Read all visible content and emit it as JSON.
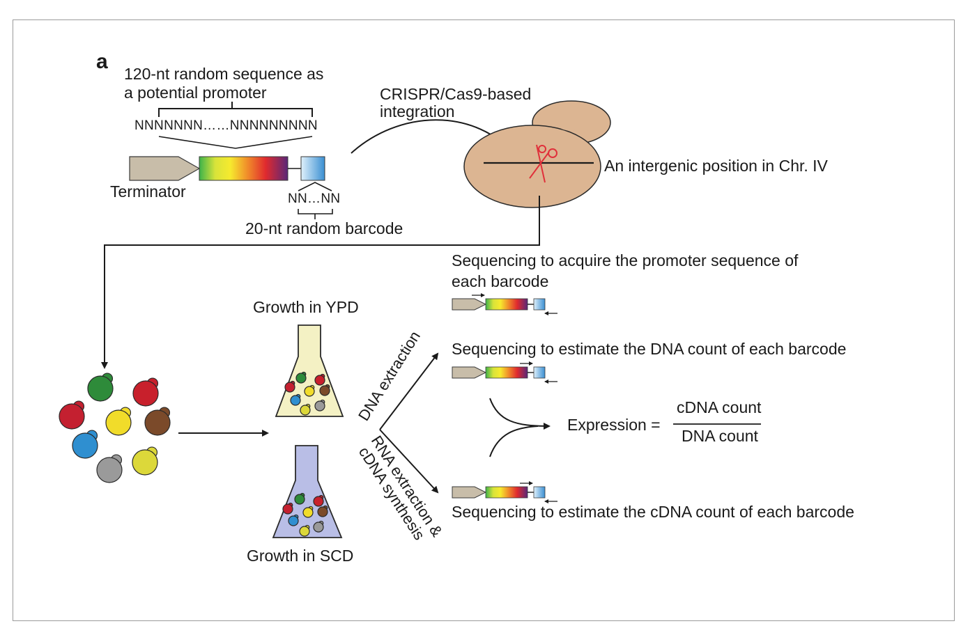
{
  "panel_label": "a",
  "promoter": {
    "title_line1": "120-nt random sequence as",
    "title_line2": "a potential promoter",
    "sequence": "NNNNNNN……NNNNNNNNN"
  },
  "construct": {
    "terminator_label": "Terminator",
    "barcode_seq": "NN…NN",
    "barcode_label": "20-nt random barcode"
  },
  "integration": {
    "line1": "CRISPR/Cas9-based",
    "line2": "integration",
    "position_label": "An intergenic position in Chr. IV"
  },
  "growth": {
    "ypd_label": "Growth in YPD",
    "scd_label": "Growth in SCD"
  },
  "extraction": {
    "dna": "DNA extraction",
    "rna_line1": "RNA extraction &",
    "rna_line2": "cDNA synthesis"
  },
  "sequencing": {
    "promoter_line1": "Sequencing to acquire the promoter sequence of",
    "promoter_line2": "each barcode",
    "dna_count": "Sequencing to estimate the DNA count of each barcode",
    "cdna_count": "Sequencing to estimate the cDNA count of each barcode"
  },
  "formula": {
    "lhs": "Expression =",
    "numerator": "cDNA count",
    "denominator": "DNA count"
  },
  "colors": {
    "cell_fill": "#dcb592",
    "cell_stroke": "#2a2a2a",
    "terminator": "#c8bda9",
    "cut_site": "#e0303a",
    "ypd_medium": "#f4f1c4",
    "scd_medium": "#b9bee6",
    "yeast": [
      "#2e8b3a",
      "#c8202c",
      "#c42030",
      "#f1dc2a",
      "#7b4a2a",
      "#2f8fd0",
      "#9a9a9a",
      "#dcd83a"
    ]
  }
}
